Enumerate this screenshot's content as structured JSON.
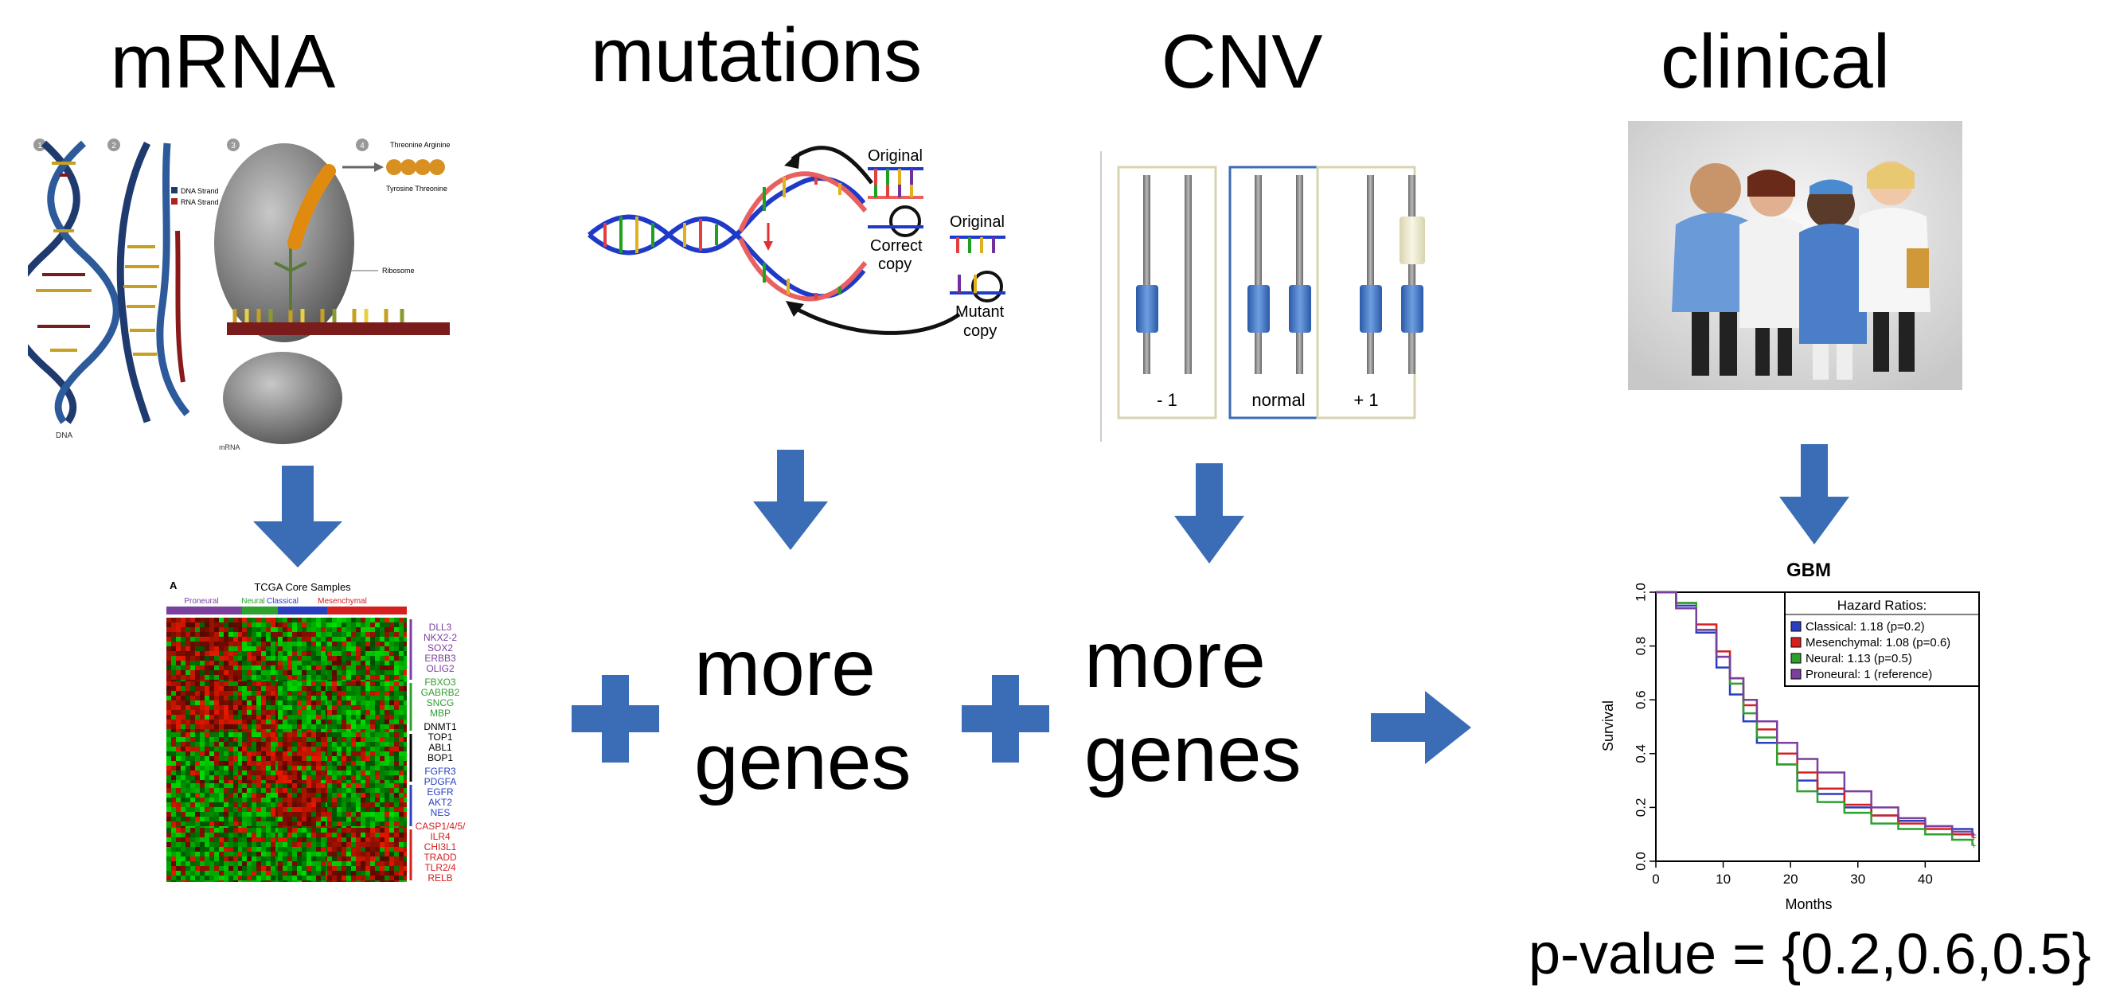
{
  "titles": {
    "mrna": "mRNA",
    "mutations": "mutations",
    "cnv": "CNV",
    "clinical": "clinical"
  },
  "more_genes_1": [
    "more",
    "genes"
  ],
  "more_genes_2": [
    "more",
    "genes"
  ],
  "pvalue_text": "p-value = {0.2,0.6,0.5}",
  "colors": {
    "arrow": "#3a6db5",
    "red": "#d42020",
    "green": "#22aa22",
    "proneural": "#7b3f9e",
    "neural": "#2ea02e",
    "classical": "#2a3fbf",
    "mesenchymal": "#d62020"
  },
  "dna_panel": {
    "num1": "1",
    "num2": "2",
    "num3": "3",
    "num4": "4",
    "legend_dna": "DNA Strand",
    "legend_rna": "RNA Strand",
    "amino_top": "Threonine  Arginine",
    "amino_bottom": "Tyrosine  Threonine",
    "ribosome": "Ribosome",
    "dna": "DNA",
    "mrna": "mRNA"
  },
  "mutation_panel": {
    "original_1": "Original",
    "correct_copy": [
      "Correct",
      "copy"
    ],
    "original_2": "Original",
    "mutant_copy": [
      "Mutant",
      "copy"
    ]
  },
  "cnv_panel": {
    "labels": [
      "- 1",
      "normal",
      "+ 1"
    ]
  },
  "heatmap": {
    "panel_letter": "A",
    "title": "TCGA Core Samples",
    "subtypes": [
      "Proneural",
      "Neural",
      "Classical",
      "Mesenchymal"
    ],
    "gene_groups": [
      {
        "genes": [
          "DLL3",
          "NKX2-2",
          "SOX2",
          "ERBB3",
          "OLIG2"
        ],
        "color": "#7b3f9e"
      },
      {
        "genes": [
          "FBXO3",
          "GABRB2",
          "SNCG",
          "MBP"
        ],
        "color": "#2ea02e"
      },
      {
        "genes": [
          "DNMT1",
          "TOP1",
          "ABL1",
          "BOP1"
        ],
        "color": "#000000"
      },
      {
        "genes": [
          "FGFR3",
          "PDGFA",
          "EGFR",
          "AKT2",
          "NES"
        ],
        "color": "#2a3fbf"
      },
      {
        "genes": [
          "CASP1/4/5/",
          "ILR4",
          "CHI3L1",
          "TRADD",
          "TLR2/4",
          "RELB"
        ],
        "color": "#d62020"
      }
    ]
  },
  "chart_data": {
    "type": "line",
    "title": "GBM",
    "xlabel": "Months",
    "ylabel": "Survival",
    "xlim": [
      0,
      48
    ],
    "ylim": [
      0,
      1.0
    ],
    "xticks": [
      0,
      10,
      20,
      30,
      40
    ],
    "yticks": [
      0.0,
      0.2,
      0.4,
      0.6,
      0.8,
      1.0
    ],
    "legend_title": "Hazard Ratios:",
    "legend_position": "top-right",
    "series": [
      {
        "name": "Classical: 1.18 (p=0.2)",
        "color": "#2a3fbf",
        "x": [
          0,
          3,
          6,
          9,
          11,
          13,
          15,
          18,
          21,
          24,
          28,
          32,
          36,
          40,
          44,
          47
        ],
        "y": [
          1.0,
          0.95,
          0.85,
          0.72,
          0.62,
          0.52,
          0.44,
          0.36,
          0.3,
          0.25,
          0.2,
          0.17,
          0.15,
          0.13,
          0.12,
          0.1
        ]
      },
      {
        "name": "Mesenchymal: 1.08 (p=0.6)",
        "color": "#d62020",
        "x": [
          0,
          3,
          6,
          9,
          11,
          13,
          15,
          18,
          21,
          24,
          28,
          32,
          36,
          40,
          44,
          47
        ],
        "y": [
          1.0,
          0.96,
          0.88,
          0.78,
          0.68,
          0.58,
          0.49,
          0.4,
          0.33,
          0.27,
          0.21,
          0.17,
          0.14,
          0.12,
          0.1,
          0.09
        ]
      },
      {
        "name": "Neural: 1.13 (p=0.5)",
        "color": "#2ea02e",
        "x": [
          0,
          3,
          6,
          9,
          11,
          13,
          15,
          18,
          21,
          24,
          28,
          32,
          36,
          40,
          44,
          47
        ],
        "y": [
          1.0,
          0.96,
          0.86,
          0.76,
          0.66,
          0.55,
          0.46,
          0.36,
          0.26,
          0.22,
          0.18,
          0.14,
          0.12,
          0.1,
          0.08,
          0.06
        ]
      },
      {
        "name": "Proneural: 1 (reference)",
        "color": "#7b3f9e",
        "x": [
          0,
          3,
          6,
          9,
          11,
          13,
          15,
          18,
          21,
          24,
          28,
          32,
          36,
          40,
          44,
          47
        ],
        "y": [
          1.0,
          0.94,
          0.86,
          0.76,
          0.68,
          0.6,
          0.52,
          0.44,
          0.38,
          0.33,
          0.26,
          0.2,
          0.16,
          0.13,
          0.11,
          0.1
        ]
      }
    ]
  }
}
